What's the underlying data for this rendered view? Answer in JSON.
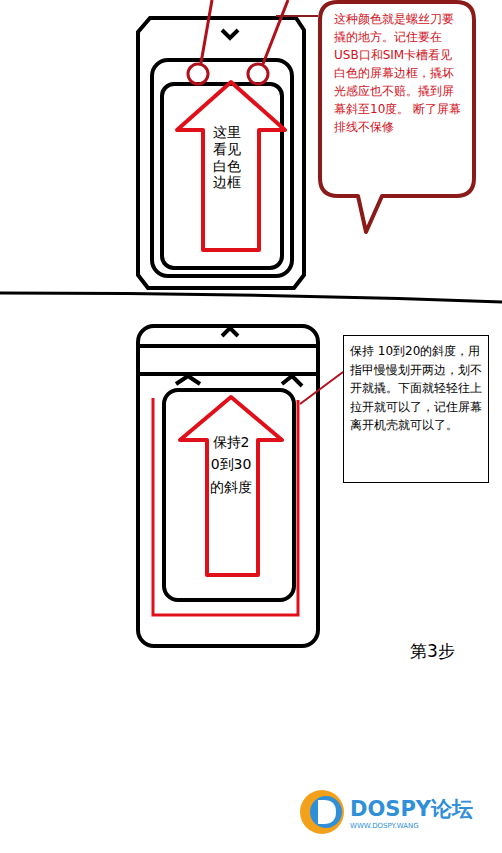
{
  "diagram": {
    "nodes": [
      {
        "text": [
          "这里看见白色边框"
        ]
      },
      {
        "text": [
          "这种颜色就是螺丝刀要撬的地方。记住要在USB口和SIM卡槽看见白色的屏幕边框，撬坏光感应也不赔。撬到屏幕斜至10度。 断了屏幕排线不保修"
        ]
      },
      {
        "text": [
          "保持20到30的斜度"
        ]
      },
      {
        "text": [
          "保持 10到20的斜度，用指甲慢慢划开两边，划不开就撬。下面就轻轻往上拉开就可以了，记住屏幕离开机壳就可以了。"
        ]
      }
    ],
    "labels": [
      "第3步",
      "DOSPY论坛",
      "WWW.DOSPY.WANG"
    ]
  }
}
